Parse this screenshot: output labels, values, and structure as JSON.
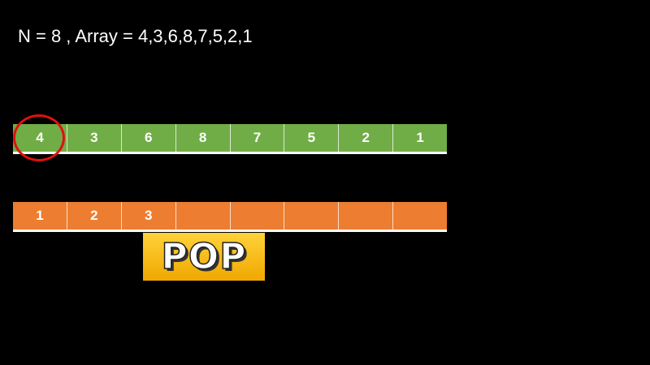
{
  "title": "N = 8 , Array = 4,3,6,8,7,5,2,1",
  "array_row": {
    "color": "#70ad47",
    "cells": [
      "4",
      "3",
      "6",
      "8",
      "7",
      "5",
      "2",
      "1"
    ],
    "highlighted_index": 0,
    "highlight_color": "#e01010"
  },
  "stack_row": {
    "color": "#ed7d31",
    "cells": [
      "1",
      "2",
      "3",
      "",
      "",
      "",
      "",
      ""
    ]
  },
  "operation": {
    "label": "POP",
    "color": "#ffc000"
  }
}
